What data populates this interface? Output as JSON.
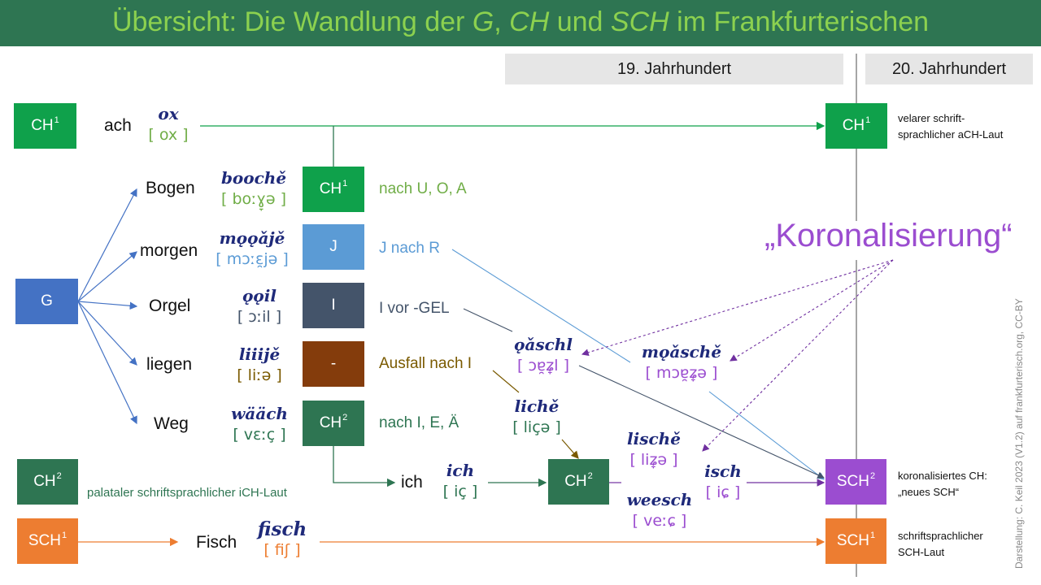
{
  "title": {
    "prefix": "Übersicht: Die Wandlung der ",
    "g": "G",
    "sep1": ", ",
    "ch": "CH",
    "sep2": " und ",
    "sch": "SCH",
    "suffix": " im Frankfurterischen"
  },
  "columns": {
    "c19": "19. Jahrhundert",
    "c20": "20. Jahrhundert"
  },
  "colors": {
    "title_bg": "#2e7552",
    "title_text": "#8cd14f",
    "ch1": "#0fa14b",
    "ch2": "#2e7552",
    "g": "#4472c4",
    "j": "#5b9bd5",
    "i": "#44546a",
    "dash": "#843c0c",
    "sch1": "#ed7d31",
    "sch2": "#9b4dd0",
    "koronal": "#9b4dd0"
  },
  "boxes": {
    "ch1_left": {
      "base": "CH",
      "sup": "1"
    },
    "g": {
      "base": "G"
    },
    "ch2_left": {
      "base": "CH",
      "sup": "2"
    },
    "sch1_left": {
      "base": "SCH",
      "sup": "1"
    },
    "ch1_mid": {
      "base": "CH",
      "sup": "1"
    },
    "j": {
      "base": "J"
    },
    "i": {
      "base": "I"
    },
    "dash": {
      "base": "-"
    },
    "ch2_mid": {
      "base": "CH",
      "sup": "2"
    },
    "ch2_center": {
      "base": "CH",
      "sup": "2"
    },
    "ch1_right": {
      "base": "CH",
      "sup": "1"
    },
    "sch2_right": {
      "base": "SCH",
      "sup": "2"
    },
    "sch1_right": {
      "base": "SCH",
      "sup": "1"
    }
  },
  "words": {
    "ach": "ach",
    "bogen": "Bogen",
    "morgen": "morgen",
    "orgel": "Orgel",
    "liegen": "liegen",
    "weg": "Weg",
    "ich": "ich",
    "fisch": "Fisch"
  },
  "dialect": {
    "ox": {
      "word": "ox",
      "ipa": "[ ox ]"
    },
    "booche": {
      "word": "boochě",
      "ipa": "[ boːɣ̞ə ]"
    },
    "moeoaje": {
      "word": "mǫǫǎjě",
      "ipa": "[ mɔːɛ̯jə ]"
    },
    "ooil": {
      "word": "ǫǫil",
      "ipa": "[ ɔːil ]"
    },
    "liiije": {
      "word": "liiijě",
      "ipa": "[ liːə ]"
    },
    "waeaech": {
      "word": "wääch",
      "ipa": "[ vɛːç ]"
    },
    "ich": {
      "word": "ich",
      "ipa": "[ iç ]"
    },
    "fisch": {
      "word": "fisch",
      "ipa": "[ fiʃ ]"
    },
    "oaschl": {
      "word": "ǫǎschl",
      "ipa": "[ ɔɐ̯ʑ̞l ]"
    },
    "lische_i": {
      "word": "lichě",
      "ipa": "[ liçə ]"
    },
    "lische": {
      "word": "lischě",
      "ipa": "[ liʑ̞ə ]"
    },
    "weesch": {
      "word": "weesch",
      "ipa": "[ veːɕ ]"
    },
    "isch": {
      "word": "isch",
      "ipa": "[ iɕ ]"
    },
    "moasche": {
      "word": "mǫǎschě",
      "ipa": "[ mɔɐ̯ʑ̞ə ]"
    }
  },
  "rules": {
    "ch1": "nach U, O, A",
    "j": "J nach R",
    "i": "I vor -GEL",
    "dash": "Ausfall nach I",
    "ch2": "nach I, E, Ä"
  },
  "notes": {
    "ch2_left": "palataler schriftsprachlicher iCH-Laut",
    "ch1_right": [
      "velarer schrift-",
      "sprachlicher aCH-Laut"
    ],
    "sch2_right": [
      "koronalisiertes CH:",
      "„neues SCH“"
    ],
    "sch1_right": [
      "schriftsprachlicher",
      "SCH-Laut"
    ]
  },
  "koronalisierung": "„Koronalisierung“",
  "credit": "Darstellung: C. Keil 2023 (V1.2) auf frankfurterisch.org, CC-BY"
}
